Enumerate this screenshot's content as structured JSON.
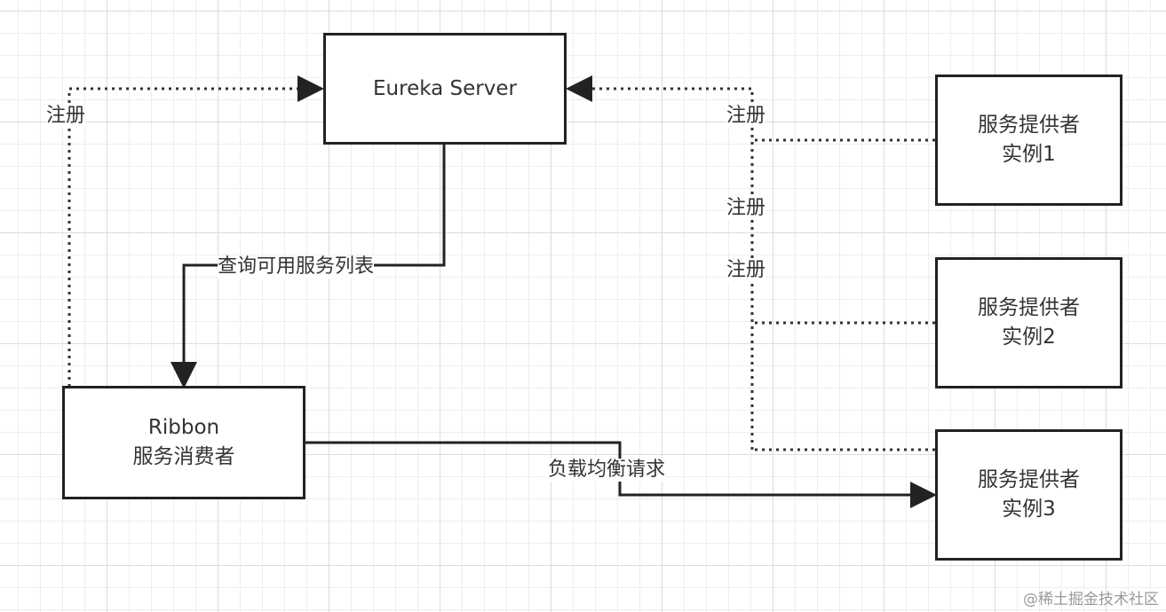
{
  "nodes": {
    "eureka": {
      "line1": "Eureka Server"
    },
    "ribbon": {
      "line1": "Ribbon",
      "line2": "服务消费者"
    },
    "provider1": {
      "line1": "服务提供者",
      "line2": "实例1"
    },
    "provider2": {
      "line1": "服务提供者",
      "line2": "实例2"
    },
    "provider3": {
      "line1": "服务提供者",
      "line2": "实例3"
    }
  },
  "edges": {
    "ribbon_register": "注册",
    "query_services": "查询可用服务列表",
    "provider1_register": "注册",
    "provider2_register": "注册",
    "provider3_register": "注册",
    "load_balance": "负载均衡请求"
  },
  "watermark": "@稀土掘金技术社区"
}
